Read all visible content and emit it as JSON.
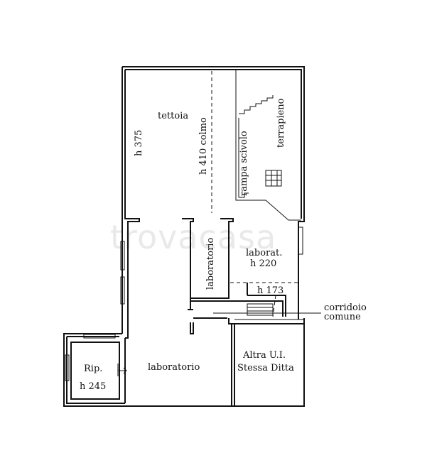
{
  "watermark": "trovacasa",
  "rooms": {
    "tettoia": "tettoia",
    "h375": "h 375",
    "colmo": "h 410 colmo",
    "rampa": "rampa scivolo",
    "terrapieno": "terrapieno",
    "lab_vertical": "laboratorio",
    "laborat": "laborat.",
    "h220": "h 220",
    "h173": "h 173",
    "corridoio": "corridoio",
    "comune": "comune",
    "altra": "Altra U.I.",
    "stessa": "Stessa Ditta",
    "rip": "Rip.",
    "h245": "h 245",
    "lab_bottom": "laboratorio"
  }
}
